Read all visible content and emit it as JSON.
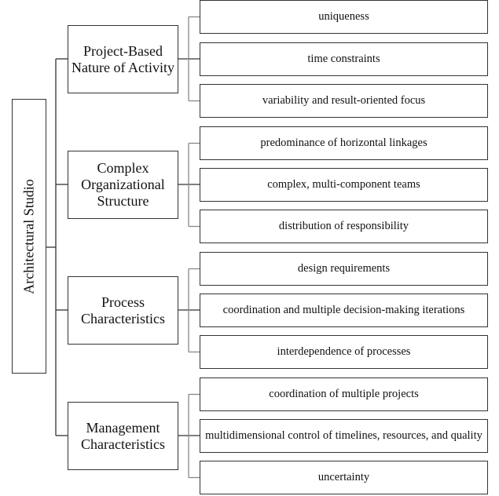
{
  "root": {
    "label": "Architectural Studio"
  },
  "categories": [
    {
      "label": "Project-Based Nature of Activity",
      "items": [
        "uniqueness",
        "time constraints",
        "variability and result-oriented focus"
      ]
    },
    {
      "label": "Complex Organizational Structure",
      "items": [
        "predominance of horizontal linkages",
        "complex, multi-component teams",
        "distribution of responsibility"
      ]
    },
    {
      "label": "Process Characteristics",
      "items": [
        "design requirements",
        "coordination and multiple decision-making iterations",
        "interdependence of processes"
      ]
    },
    {
      "label": "Management Characteristics",
      "items": [
        "coordination of multiple projects",
        "multidimensional control of timelines, resources, and quality",
        "uncertainty"
      ]
    }
  ]
}
